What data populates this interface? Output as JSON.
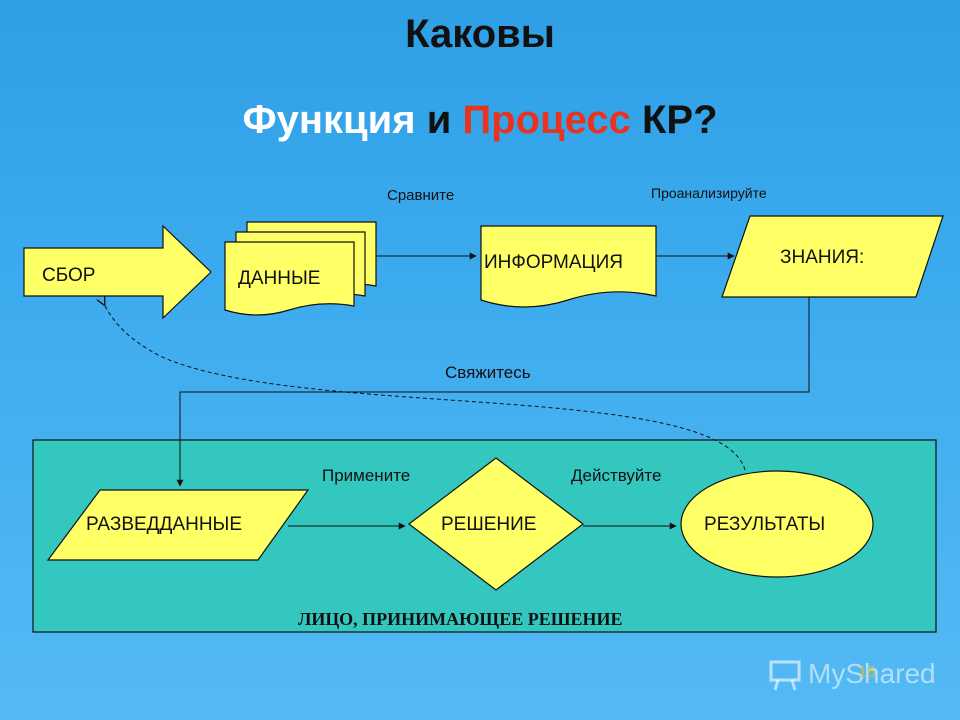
{
  "title": {
    "line1": "Каковы",
    "function_word": "Функция",
    "and_word": "и",
    "process_word": "Процесс",
    "suffix": "КР?"
  },
  "nodes": {
    "collect": "СБОР",
    "data": "ДАННЫЕ",
    "information": "ИНФОРМАЦИЯ",
    "knowledge": "ЗНАНИЯ:",
    "intelligence": "РАЗВЕДДАННЫЕ",
    "decision": "РЕШЕНИЕ",
    "results": "РЕЗУЛЬТАТЫ"
  },
  "edge_labels": {
    "compare": "Сравните",
    "analyze": "Проанализируйте",
    "communicate": "Свяжитесь",
    "apply": "Примените",
    "act": "Действуйте"
  },
  "panel": {
    "caption": "ЛИЦО, ПРИНИМАЮЩЕЕ РЕШЕНИЕ"
  },
  "watermark": {
    "brand": "MyShared",
    "page": "16"
  },
  "colors": {
    "shape_fill": "#ffff66",
    "panel_fill": "#33c7bf",
    "title_red": "#e8331e",
    "title_white": "#ffffff"
  }
}
